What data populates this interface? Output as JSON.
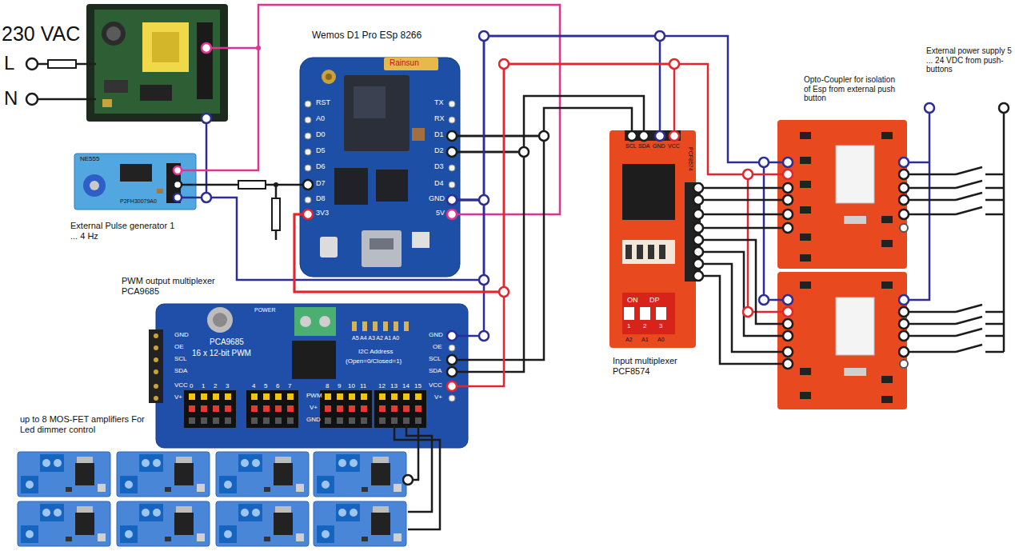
{
  "diagram": {
    "nodes": [
      {
        "text": [
          "Wemos D1 Pro ESp 8266"
        ]
      },
      {
        "text": [
          "External Pulse generator 1 ... 4 Hz"
        ]
      },
      {
        "text": [
          "PWM output multiplexer PCA9685"
        ]
      },
      {
        "text": [
          "Input multiplexer PCF8574"
        ]
      },
      {
        "text": [
          "Opto-Coupler for isolation of Esp from external push button"
        ]
      },
      {
        "text": [
          "up to 8 MOS-FET amplifiers For Led dimmer control"
        ]
      },
      {
        "text": [
          "External power supply 5 ... 24 VDC from push-buttons"
        ]
      }
    ],
    "edges": [
      {
        "from": 1,
        "to": 0,
        "arrow": "none"
      },
      {
        "from": 1,
        "to": 0,
        "arrow": "none"
      },
      {
        "from": 1,
        "to": 0,
        "arrow": "none"
      },
      {
        "from": 0,
        "to": 3,
        "arrow": "none"
      },
      {
        "from": 0,
        "to": 3,
        "arrow": "none"
      },
      {
        "from": 0,
        "to": 3,
        "arrow": "none"
      },
      {
        "from": 0,
        "to": 3,
        "arrow": "none"
      },
      {
        "from": 0,
        "to": 2,
        "arrow": "none"
      },
      {
        "from": 0,
        "to": 2,
        "arrow": "none"
      },
      {
        "from": 0,
        "to": 2,
        "arrow": "none"
      },
      {
        "from": 0,
        "to": 2,
        "arrow": "none"
      },
      {
        "from": 0,
        "to": 4,
        "arrow": "none"
      },
      {
        "from": 0,
        "to": 4,
        "arrow": "none"
      },
      {
        "from": 3,
        "to": 4,
        "arrow": "none"
      },
      {
        "from": 3,
        "to": 4,
        "arrow": "none"
      },
      {
        "from": 3,
        "to": 4,
        "arrow": "none"
      },
      {
        "from": 3,
        "to": 4,
        "arrow": "none"
      },
      {
        "from": 3,
        "to": 4,
        "arrow": "none"
      },
      {
        "from": 3,
        "to": 4,
        "arrow": "none"
      },
      {
        "from": 3,
        "to": 4,
        "arrow": "none"
      },
      {
        "from": 3,
        "to": 4,
        "arrow": "none"
      },
      {
        "from": 2,
        "to": 5,
        "arrow": "none"
      },
      {
        "from": 6,
        "to": 4,
        "arrow": "none"
      },
      {
        "from": 6,
        "to": 4,
        "arrow": "none"
      },
      {
        "from": 6,
        "to": 4,
        "arrow": "none"
      },
      {
        "from": 6,
        "to": 4,
        "arrow": "none"
      },
      {
        "from": 6,
        "to": 4,
        "arrow": "none"
      },
      {
        "from": 6,
        "to": 4,
        "arrow": "none"
      },
      {
        "from": 6,
        "to": 4,
        "arrow": "none"
      },
      {
        "from": 6,
        "to": 4,
        "arrow": "none"
      },
      {
        "from": 6,
        "to": 4,
        "arrow": "none"
      }
    ],
    "labels": [
      "230 VAC",
      "L",
      "N",
      "Rainsun",
      "RST",
      "A0",
      "D0",
      "D5",
      "D6",
      "D7",
      "D8",
      "3V3",
      "TX",
      "RX",
      "D1",
      "D2",
      "D3",
      "D4",
      "GND",
      "5V",
      "NE555",
      "P2FH30079A0",
      "SCL",
      "SDA",
      "GND",
      "VCC",
      "PCF8574",
      "ON",
      "DP",
      "1",
      "2",
      "3",
      "A2",
      "A1",
      "A0",
      "POWER",
      "PCA9685",
      "16 x 12-bit PWM",
      "I2C Address",
      "(Open=0/Closed=1)",
      "A5 A4 A3 A2 A1 A0",
      "GND",
      "OE",
      "SCL",
      "SDA",
      "VCC",
      "V+",
      "GND",
      "OE",
      "SCL",
      "SDA",
      "VCC",
      "V+",
      "0",
      "1",
      "2",
      "3",
      "4",
      "5",
      "6",
      "7",
      "8",
      "9",
      "10",
      "11",
      "12",
      "13",
      "14",
      "15",
      "PWM",
      "V+",
      "GND"
    ]
  }
}
